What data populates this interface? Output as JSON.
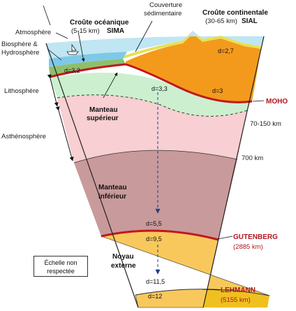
{
  "labels": {
    "atmosphere": "Atmosphère",
    "biosphere_1": "Biosphère &",
    "biosphere_2": "Hydrosphère",
    "lithosphere": "Lithosphère",
    "asthenosphere": "Asthénosphère",
    "oceanic_crust_1": "Croûte océanique",
    "oceanic_crust_2": "(5-15 km)",
    "oceanic_crust_3": "SIMA",
    "sedimentary_1": "Couverture",
    "sedimentary_2": "sédimentaire",
    "continental_crust_1": "Croûte continentale",
    "continental_crust_2": "(30-65 km)",
    "continental_crust_3": "SIAL",
    "upper_mantle_1": "Manteau",
    "upper_mantle_2": "supérieur",
    "lower_mantle_1": "Manteau",
    "lower_mantle_2": "inférieur",
    "outer_core_1": "Noyau",
    "outer_core_2": "externe"
  },
  "boundaries": {
    "moho": "MOHO",
    "depth_150": "70-150 km",
    "depth_700": "700 km",
    "gutenberg": "GUTENBERG",
    "gutenberg_depth": "(2885 km)",
    "lehmann": "LEHMANN",
    "lehmann_depth": "(5155 km)"
  },
  "densities": {
    "d_3_2": "d=3,2",
    "d_2_7": "d=2,7",
    "d_3": "d=3",
    "d_3_3": "d=3,3",
    "d_5_5": "d=5,5",
    "d_9_5": "d=9,5",
    "d_11_5": "d=11,5",
    "d_12": "d=12"
  },
  "scale_note": {
    "line1": "Échelle non",
    "line2": "respectée"
  },
  "colors": {
    "atmosphere": "#bfe6f2",
    "ocean": "#7ec9e8",
    "oceanic_crust": "#8fbf6a",
    "sediment": "#e8e050",
    "continental_crust": "#f39a1c",
    "lithospheric_mantle": "#ccf0cf",
    "asthenosphere": "#f8cfd2",
    "lower_mantle": "#c99a9b",
    "outer_core": "#f8c85c",
    "inner_core": "#f0c020",
    "boundary": "#c0181f"
  }
}
